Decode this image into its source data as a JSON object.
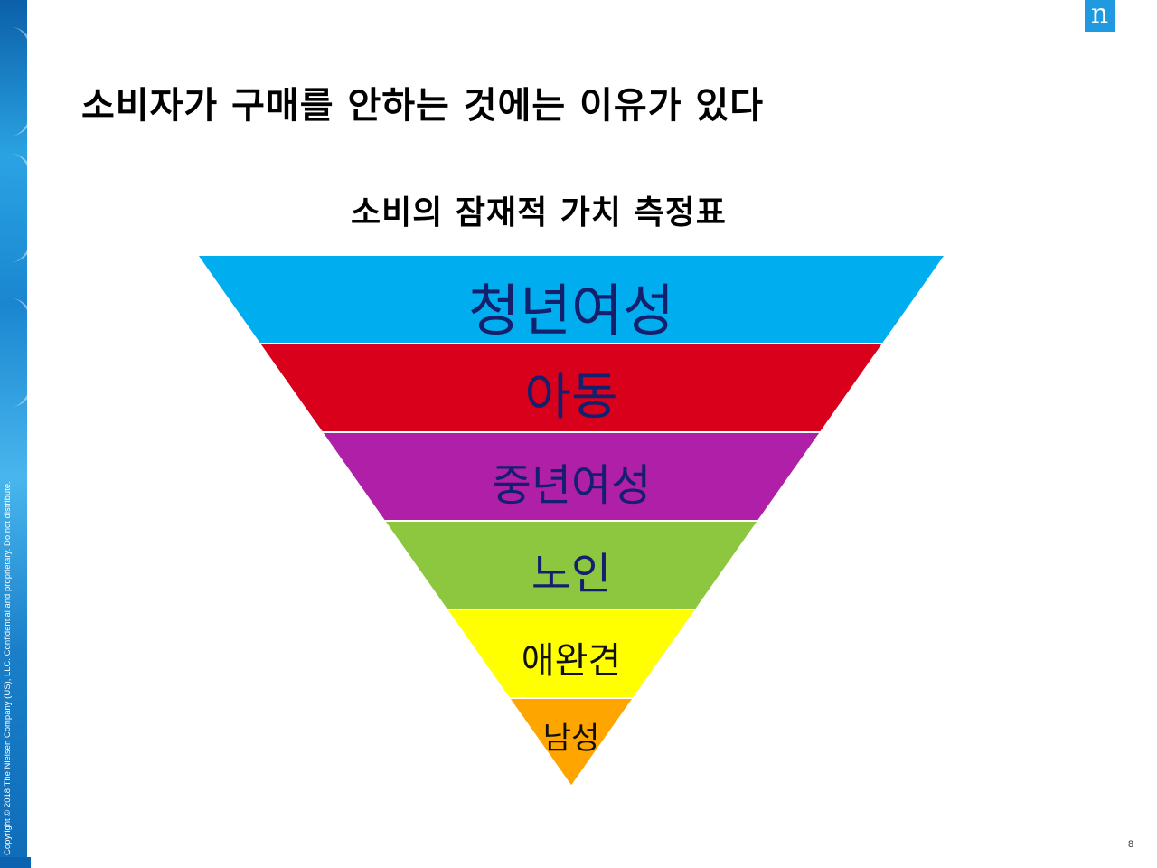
{
  "slide": {
    "title": "소비자가 구매를 안하는 것에는 이유가 있다",
    "page_number": "8",
    "copyright": "Copyright © 2018 The Nielsen Company (US), LLC. Confidential and proprietary. Do not distribute.",
    "logo_letter": "n"
  },
  "diagram": {
    "title": "소비의 잠재적 가치 측정표",
    "tiers": [
      {
        "label": "청년여성",
        "color": "#00aeef"
      },
      {
        "label": "아동",
        "color": "#d9001b"
      },
      {
        "label": "중년여성",
        "color": "#b01fa8"
      },
      {
        "label": "노인",
        "color": "#8dc63f"
      },
      {
        "label": "애완견",
        "color": "#ffff00"
      },
      {
        "label": "남성",
        "color": "#ffa500"
      }
    ]
  },
  "colors": {
    "brand_blue": "#1f9ae0",
    "label_text": "#14206e"
  }
}
